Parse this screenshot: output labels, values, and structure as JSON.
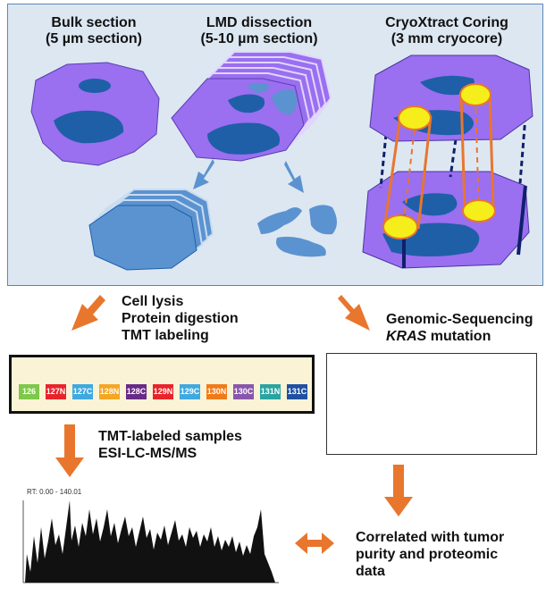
{
  "labels": {
    "bulk_title": "Bulk section",
    "bulk_sub": "(5 µm section)",
    "lmd_title": "LMD dissection",
    "lmd_sub": "(5-10 µm section)",
    "cryo_title": "CryoXtract Coring",
    "cryo_sub": "(3 mm cryocore)"
  },
  "steps": {
    "lysis_1": "Cell lysis",
    "lysis_2": "Protein digestion",
    "lysis_3": "TMT labeling",
    "genomic_1": "Genomic-Sequencing",
    "genomic_2_kras": "KRAS",
    "genomic_2_rest": " mutation",
    "ms_1": "TMT-labeled samples",
    "ms_2": "ESI-LC-MS/MS",
    "correlated_1": "Correlated with tumor",
    "correlated_2": "purity and proteomic",
    "correlated_3": "data"
  },
  "tmt_tags": [
    {
      "label": "126",
      "color": "#7ec84a"
    },
    {
      "label": "127N",
      "color": "#e8242a"
    },
    {
      "label": "127C",
      "color": "#3fa9e0"
    },
    {
      "label": "128N",
      "color": "#f5a623"
    },
    {
      "label": "128C",
      "color": "#6a2a86"
    },
    {
      "label": "129N",
      "color": "#e8242a"
    },
    {
      "label": "129C",
      "color": "#3fa9e0"
    },
    {
      "label": "130N",
      "color": "#f07a1a"
    },
    {
      "label": "130C",
      "color": "#8a56ac"
    },
    {
      "label": "131N",
      "color": "#2aa4a0"
    },
    {
      "label": "131C",
      "color": "#2050a0"
    }
  ],
  "spectrum": {
    "header": "RT: 0.00 - 140.01"
  },
  "colors": {
    "tissue": "#9a6ff0",
    "tumor": "#1f5fa8",
    "dissected": "#5b93d0",
    "arrow": "#e8762d",
    "core": "#f5ee1a",
    "core_rim": "#e8762d"
  }
}
